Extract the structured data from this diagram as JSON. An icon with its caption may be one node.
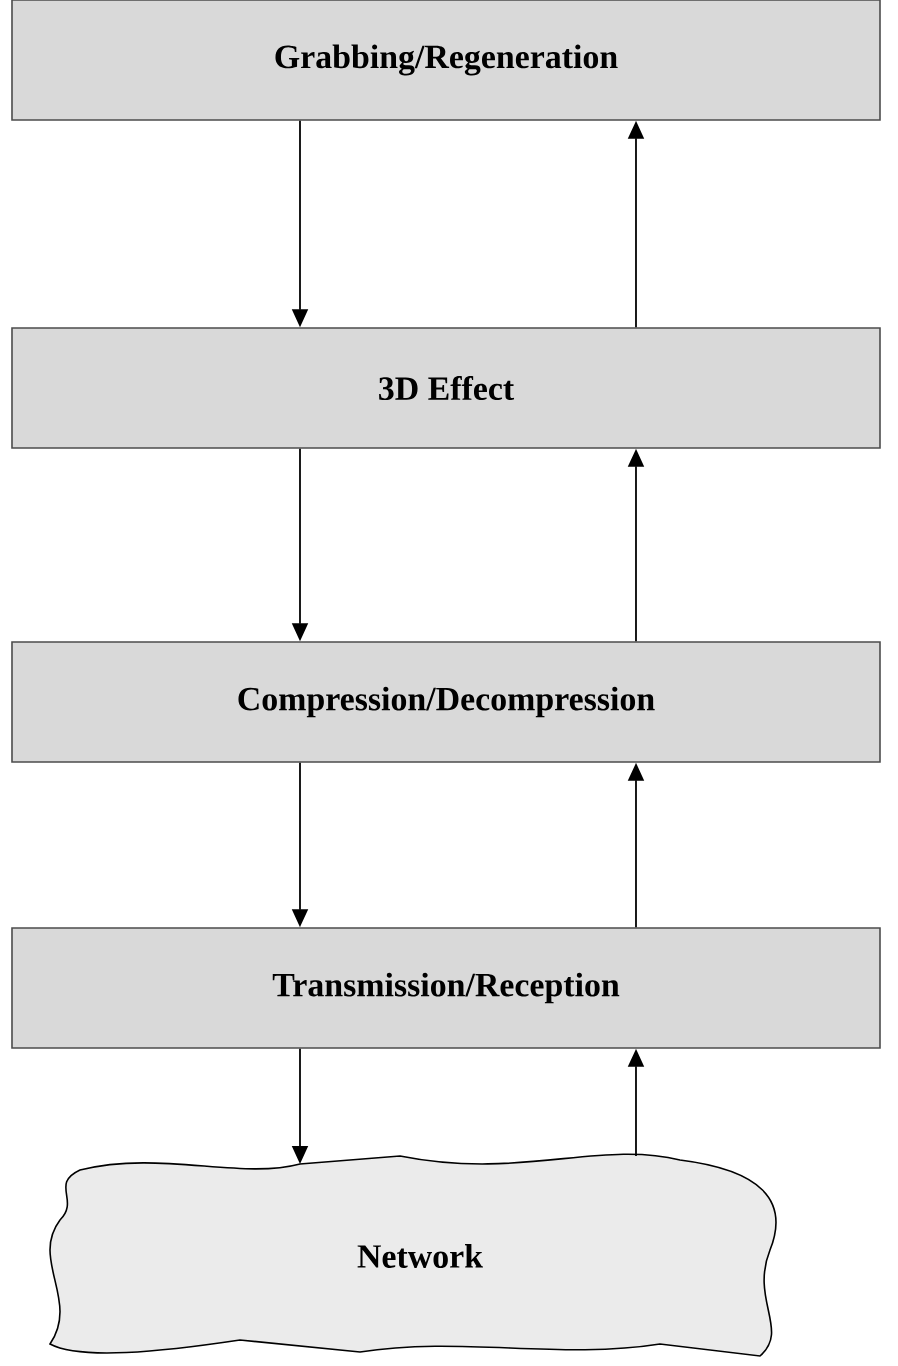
{
  "diagram": {
    "nodes": [
      {
        "text": [
          "Grabbing/Regeneration"
        ]
      },
      {
        "text": [
          "3D Effect"
        ]
      },
      {
        "text": [
          "Compression/Decompression"
        ]
      },
      {
        "text": [
          "Transmission/Reception"
        ]
      },
      {
        "text": [
          "Network"
        ]
      }
    ],
    "edges": [
      {
        "from": 0,
        "to": 1,
        "arrow": "to"
      },
      {
        "from": 1,
        "to": 0,
        "arrow": "to"
      },
      {
        "from": 1,
        "to": 2,
        "arrow": "to"
      },
      {
        "from": 2,
        "to": 1,
        "arrow": "to"
      },
      {
        "from": 2,
        "to": 3,
        "arrow": "to"
      },
      {
        "from": 3,
        "to": 2,
        "arrow": "to"
      },
      {
        "from": 3,
        "to": 4,
        "arrow": "to"
      },
      {
        "from": 4,
        "to": 3,
        "arrow": "to"
      }
    ]
  }
}
